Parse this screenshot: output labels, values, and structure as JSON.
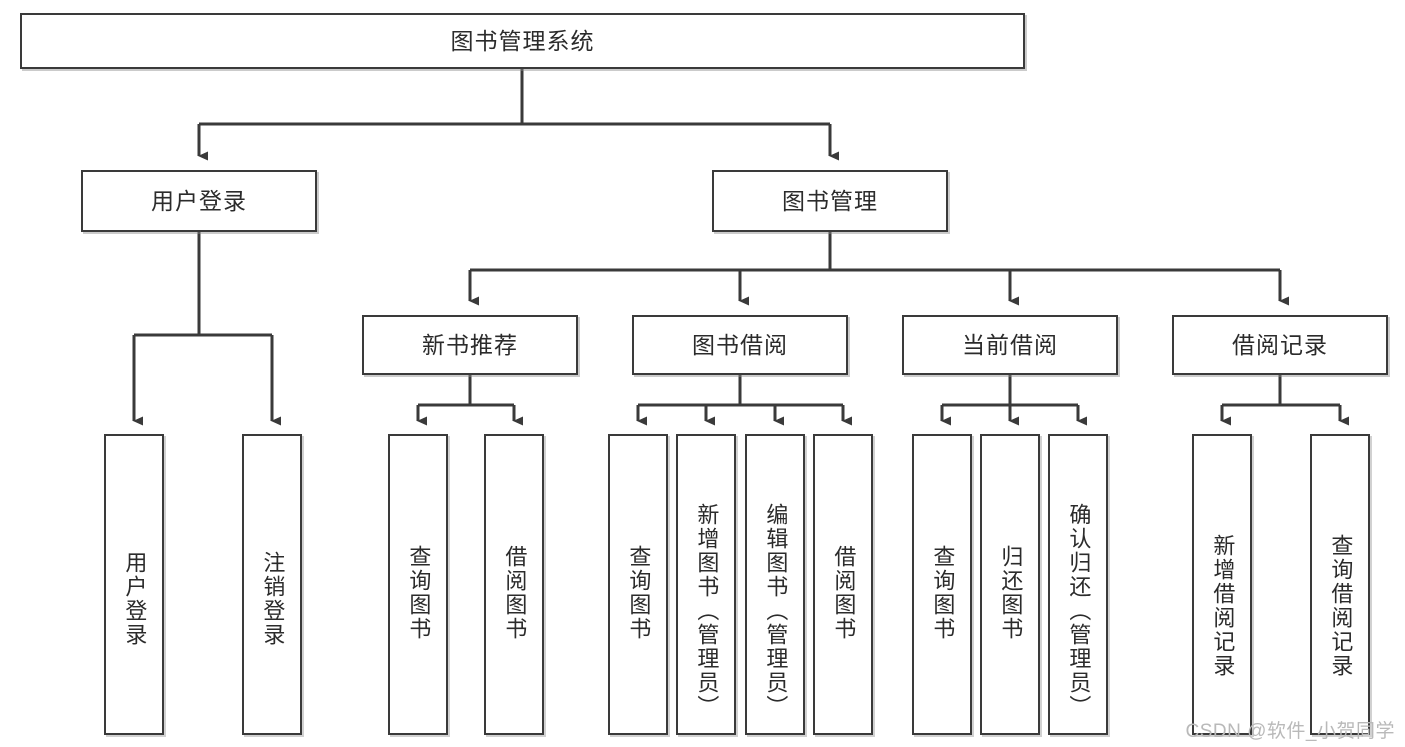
{
  "diagram": {
    "type": "tree",
    "title": "图书管理系统",
    "root": {
      "id": "root",
      "label": "图书管理系统"
    },
    "level2": [
      {
        "id": "user-login",
        "label": "用户登录"
      },
      {
        "id": "book-manage",
        "label": "图书管理"
      }
    ],
    "level3": [
      {
        "id": "new-book-recommend",
        "label": "新书推荐",
        "parent": "book-manage"
      },
      {
        "id": "book-borrow",
        "label": "图书借阅",
        "parent": "book-manage"
      },
      {
        "id": "current-borrow",
        "label": "当前借阅",
        "parent": "book-manage"
      },
      {
        "id": "borrow-record",
        "label": "借阅记录",
        "parent": "book-manage"
      }
    ],
    "leaves": {
      "user_login": [
        {
          "id": "leaf-user-login",
          "label": "用户登录"
        },
        {
          "id": "leaf-logout-login",
          "label": "注销登录"
        }
      ],
      "new_book_recommend": [
        {
          "id": "leaf-query-book-1",
          "label": "查询图书"
        },
        {
          "id": "leaf-borrow-book-1",
          "label": "借阅图书"
        }
      ],
      "book_borrow": [
        {
          "id": "leaf-query-book-2",
          "label": "查询图书"
        },
        {
          "id": "leaf-add-book",
          "label": "新增图书（管理员）"
        },
        {
          "id": "leaf-edit-book",
          "label": "编辑图书（管理员）"
        },
        {
          "id": "leaf-borrow-book-2",
          "label": "借阅图书"
        }
      ],
      "current_borrow": [
        {
          "id": "leaf-query-book-3",
          "label": "查询图书"
        },
        {
          "id": "leaf-return-book",
          "label": "归还图书"
        },
        {
          "id": "leaf-confirm-return",
          "label": "确认归还（管理员）"
        }
      ],
      "borrow_record": [
        {
          "id": "leaf-add-record",
          "label": "新增借阅记录"
        },
        {
          "id": "leaf-query-record",
          "label": "查询借阅记录"
        }
      ]
    }
  },
  "watermark": {
    "text": "CSDN @软件_小贺同学"
  },
  "colors": {
    "border": "#3a3a3a",
    "text": "#2b2b2b",
    "background": "#ffffff",
    "watermark": "#b9b9b9"
  }
}
